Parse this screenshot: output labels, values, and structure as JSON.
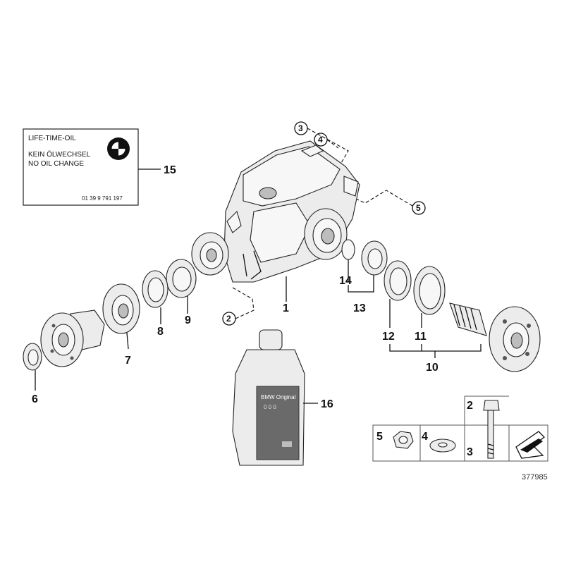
{
  "label_card": {
    "line1": "LIFE-TIME-OIL",
    "line2": "KEIN ÖLWECHSEL",
    "line3": "NO OIL CHANGE",
    "part_no": "01 39 9 791 197"
  },
  "bottle_label": {
    "brand": "BMW Original",
    "small_code": "0 0 0"
  },
  "callouts": {
    "c1": "1",
    "c2": "2",
    "c3": "3",
    "c4": "4",
    "c5": "5",
    "c6": "6",
    "c7": "7",
    "c8": "8",
    "c9": "9",
    "c10": "10",
    "c11": "11",
    "c12": "12",
    "c13": "13",
    "c14": "14",
    "c15": "15",
    "c16": "16"
  },
  "legend": {
    "n5": "5",
    "n4": "4",
    "n2": "2",
    "n3": "3"
  },
  "ref_number": "377985"
}
